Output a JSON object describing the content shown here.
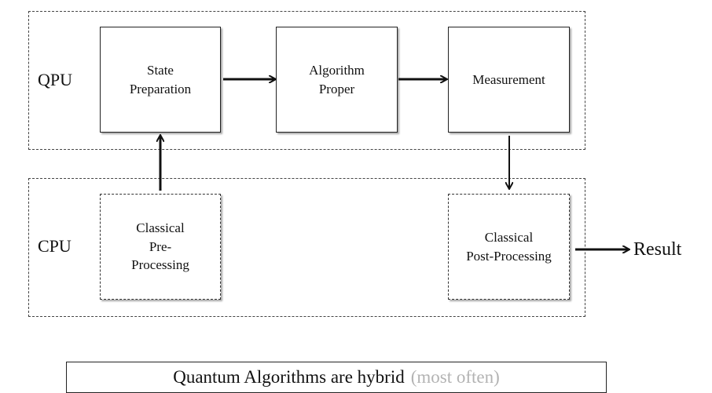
{
  "regions": {
    "qpu": {
      "label": "QPU"
    },
    "cpu": {
      "label": "CPU"
    }
  },
  "boxes": {
    "state_preparation": {
      "label": "State\nPreparation"
    },
    "algorithm_proper": {
      "label": "Algorithm\nProper"
    },
    "measurement": {
      "label": "Measurement"
    },
    "classical_preprocessing": {
      "label": "Classical\nPre-\nProcessing"
    },
    "classical_postprocessing": {
      "label": "Classical\nPost-Processing"
    }
  },
  "result": {
    "label": "Result"
  },
  "caption": {
    "main": "Quantum Algorithms are hybrid",
    "note": "(most often)"
  },
  "colors": {
    "caption_note": "#b3b3b3"
  }
}
